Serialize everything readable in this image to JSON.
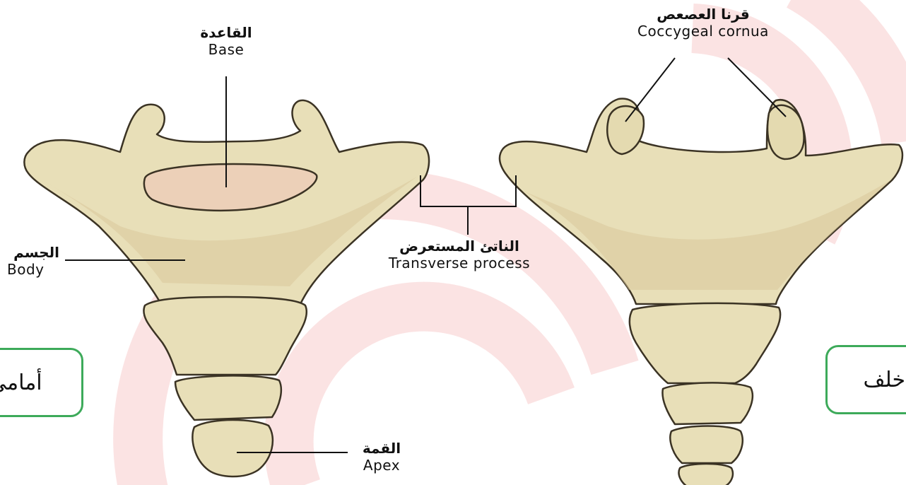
{
  "labels": {
    "base": {
      "ar": "القاعدة",
      "en": "Base"
    },
    "body": {
      "ar": "الجسم",
      "en": "Body"
    },
    "transverse": {
      "ar": "الناتئ المستعرض",
      "en": "Transverse process"
    },
    "apex": {
      "ar": "القمة",
      "en": "Apex"
    },
    "cornua": {
      "ar": "قرنا العصعص",
      "en": "Coccygeal cornua"
    }
  },
  "views": {
    "front": "أمامي",
    "back": "خلف"
  },
  "colors": {
    "bone_fill": "#e8dfb8",
    "bone_shade": "#d9c79a",
    "bone_outline": "#3b3324",
    "base_disc": "#ecd0b8",
    "accent_green": "#3daa5a",
    "watermark": "#fbe6e6"
  }
}
